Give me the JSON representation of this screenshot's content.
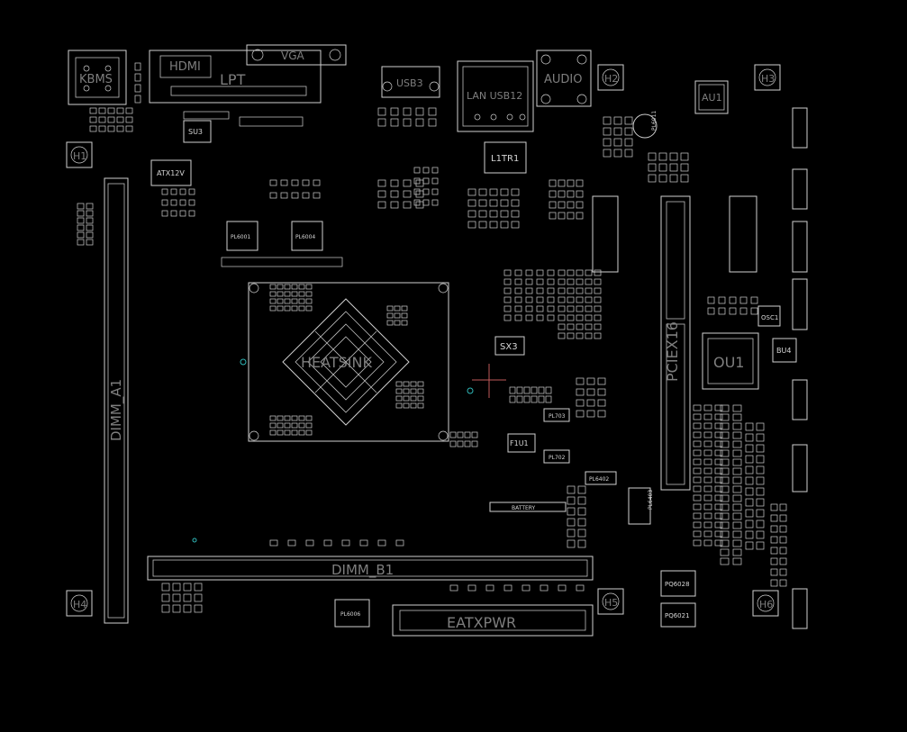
{
  "labels": {
    "kbms": "KBMS",
    "hdmi": "HDMI",
    "lpt": "LPT",
    "vga": "VGA",
    "usb": "USB3",
    "lan_usb": "LAN USB12",
    "audio": "AUDIO",
    "h2": "H2",
    "au1": "AU1",
    "h3": "H3",
    "h1": "H1",
    "su3": "SU3",
    "atx12v": "ATX12V",
    "pl6001": "PL6001",
    "pl6004": "PL6004",
    "l1tr1": "L1TR1",
    "pl6011": "PL6011",
    "heatsink": "HEATSINK",
    "sx3": "SX3",
    "pciex16": "PCIEX16",
    "ou1": "OU1",
    "osc1": "OSC1",
    "bu4": "BU4",
    "dimm_a1": "DIMM_A1",
    "dimm_b1": "DIMM_B1",
    "pl6006": "PL6006",
    "eatxpwr": "EATXPWR",
    "battery": "BATTERY",
    "pq6028": "PQ6028",
    "pq6021": "PQ6021",
    "h4": "H4",
    "h5": "H5",
    "h6": "H6",
    "f1u1": "F1U1",
    "pl6403": "PL6403",
    "pl6402": "PL6402",
    "pl703": "PL703",
    "pl702": "PL702"
  },
  "colors": {
    "background": "#000000",
    "outline": "#cfcfcf",
    "accent": "#2fb7b7",
    "crosshair": "#c05a5a"
  }
}
